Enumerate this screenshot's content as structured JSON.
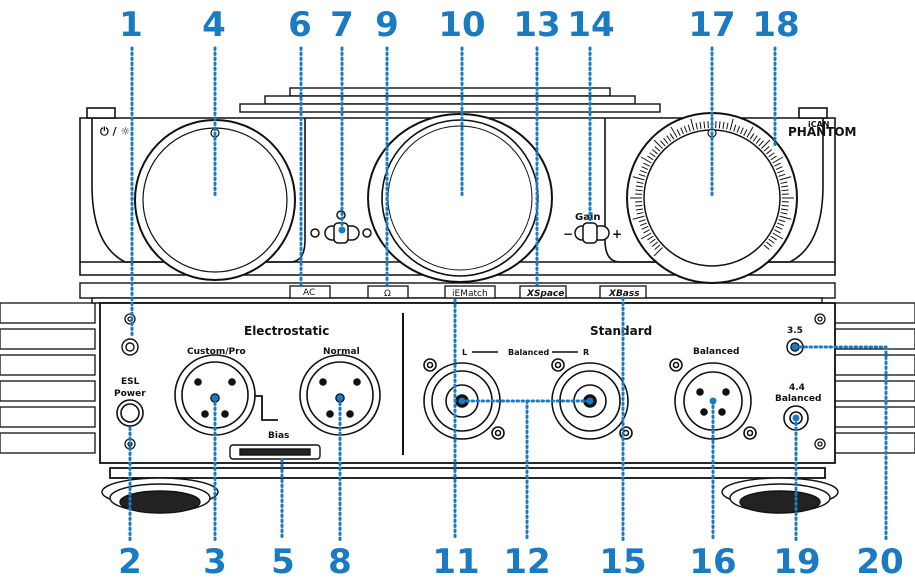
{
  "brand": {
    "small": "iCAN",
    "name": "PHANTOM"
  },
  "power_symbol": "⏻ / ☼",
  "gain": {
    "label": "Gain",
    "minus": "−",
    "plus": "+"
  },
  "buttons": {
    "ac": "AC",
    "headphone": "Ω",
    "iematch": "iEMatch",
    "xspace": "XSpace",
    "xbass": "XBass"
  },
  "panel": {
    "electrostatic": "Electrostatic",
    "custom_pro": "Custom/Pro",
    "normal": "Normal",
    "bias": "Bias",
    "esl_power_1": "ESL",
    "esl_power_2": "Power",
    "standard": "Standard",
    "bal_l": "L",
    "bal_mid": "Balanced",
    "bal_r": "R",
    "xlr_balanced": "Balanced",
    "jack_35": "3.5",
    "jack_44_1": "4.4",
    "jack_44_2": "Balanced"
  },
  "callouts": {
    "top": [
      "1",
      "4",
      "6",
      "7",
      "9",
      "10",
      "13",
      "14",
      "17",
      "18"
    ],
    "bottom": [
      "2",
      "3",
      "5",
      "8",
      "11",
      "12",
      "15",
      "16",
      "19",
      "20"
    ]
  },
  "colors": {
    "callout": "#1a7ac2",
    "line": "#111111"
  }
}
